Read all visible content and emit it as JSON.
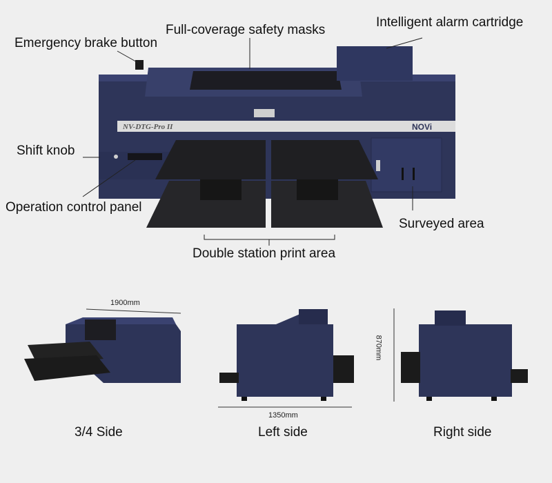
{
  "callouts": {
    "emergency_brake": "Emergency brake button",
    "safety_masks": "Full-coverage safety masks",
    "alarm_cartridge": "Intelligent alarm cartridge",
    "shift_knob": "Shift knob",
    "control_panel": "Operation control panel",
    "surveyed_area": "Surveyed area",
    "print_area": "Double station print area"
  },
  "branding": {
    "model": "NV-DTG-Pro II",
    "logo": "NOVi"
  },
  "views": {
    "three_quarter": "3/4 Side",
    "left": "Left side",
    "right": "Right side"
  },
  "dimensions": {
    "width": "1900mm",
    "depth": "1350mm",
    "height": "870mm"
  },
  "colors": {
    "machine_body": "#2e3559",
    "platen": "#1e1e1e",
    "background": "#efefef"
  }
}
